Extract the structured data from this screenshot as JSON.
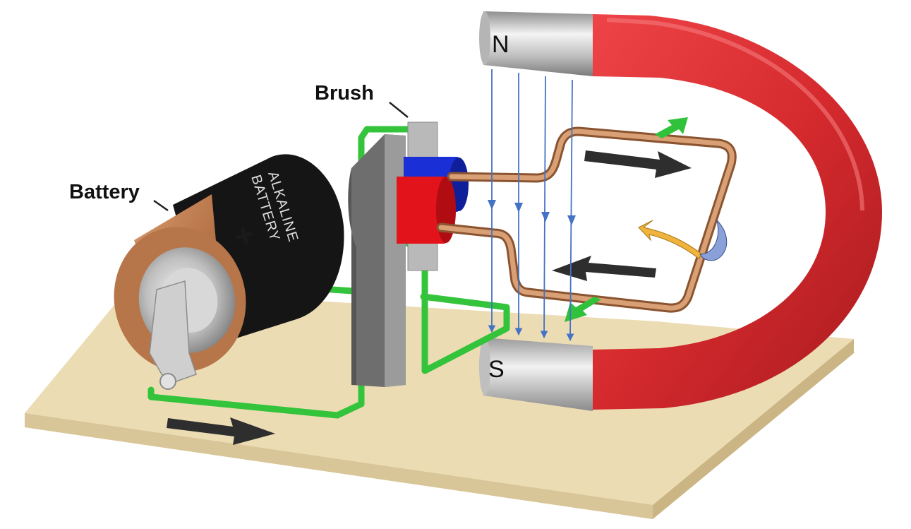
{
  "labels": {
    "battery": "Battery",
    "brush": "Brush",
    "north_pole": "N",
    "south_pole": "S"
  },
  "battery": {
    "print_line1": "ALKALINE",
    "print_line2": "BATTERY",
    "terminal_sign": "+"
  },
  "icons": {
    "current_arrow": "black-arrow-icon",
    "rotation_arrow": "curved-arrow-icon",
    "force_arrow": "green-arrow-icon",
    "field_line": "blue-arrow-line"
  },
  "colors": {
    "magnet_red": "#d52a2e",
    "magnet_steel": "#c9c9c9",
    "wire_green": "#33c43b",
    "coil_copper": "#c8875a",
    "field_blue": "#4472c4",
    "base_wood": "#ecdcb4",
    "battery_copper": "#b9794d",
    "battery_black": "#151515",
    "commutator_red": "#e3131b",
    "commutator_blue": "#1a2fd6",
    "rotation_gold": "#f0b43c",
    "rotation_blue": "#8aa0d8"
  }
}
